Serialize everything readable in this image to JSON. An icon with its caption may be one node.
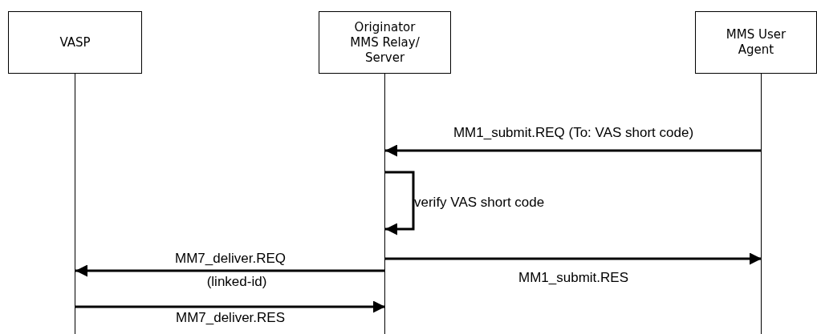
{
  "diagram": {
    "nodes": [
      {
        "text": [
          "VASP"
        ]
      },
      {
        "text": [
          "Originator MMS Relay/ Server"
        ]
      },
      {
        "text": [
          "MMS User Agent"
        ]
      }
    ],
    "edges": [
      {
        "from": 2,
        "to": 1,
        "arrow": "to",
        "label": "MM1_submit.REQ (To: VAS short code)"
      },
      {
        "from": 1,
        "to": 1,
        "arrow": "to",
        "label": "verify VAS short code"
      },
      {
        "from": 1,
        "to": 2,
        "arrow": "to",
        "label": "MM1_submit.RES"
      },
      {
        "from": 1,
        "to": 0,
        "arrow": "to",
        "label": "MM7_deliver.REQ"
      },
      {
        "from": 0,
        "to": 1,
        "arrow": "to",
        "label": "MM7_deliver.RES"
      }
    ],
    "labels": [
      "(linked-id)"
    ]
  }
}
